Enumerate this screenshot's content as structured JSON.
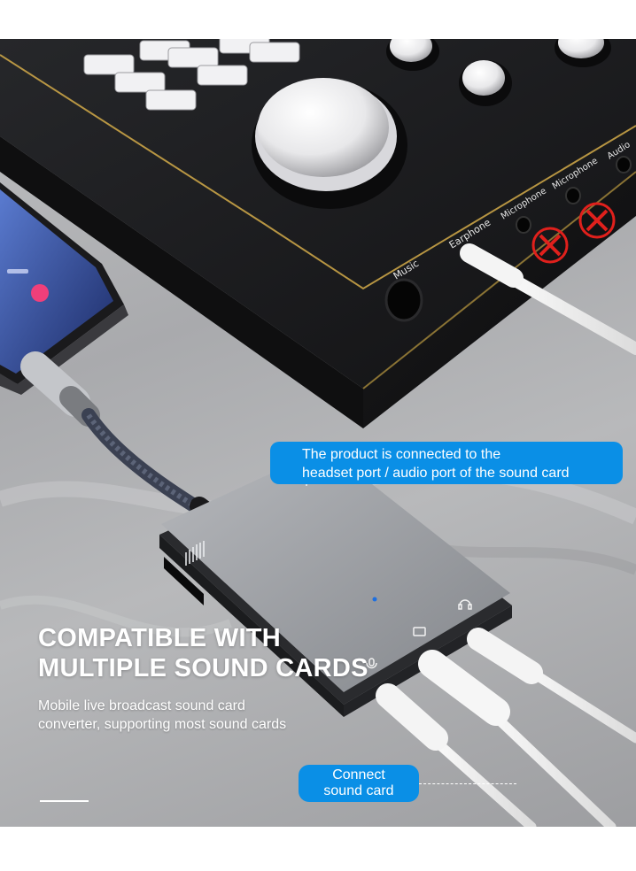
{
  "scene": {
    "port_labels": {
      "music": "Music",
      "earphone": "Earphone",
      "microphone_1": "Microphone",
      "microphone_2": "Microphone",
      "audio": "Audio"
    }
  },
  "callout_top": {
    "line1": "The product is connected to the",
    "line2": "headset port / audio port of the sound card"
  },
  "headline": {
    "line1": "COMPATIBLE WITH",
    "line2": "MULTIPLE SOUND CARDS"
  },
  "subtext": {
    "line1": "Mobile live broadcast sound card",
    "line2": "converter, supporting most sound cards"
  },
  "callout_bottom": {
    "line1": "Connect",
    "line2": "sound card"
  },
  "colors": {
    "accent_blue": "#0a8fe6",
    "cross_red": "#e0201c",
    "mixer_body": "#1e1e20",
    "adapter_body": "#8e9196"
  },
  "icons": [
    "headphone-icon",
    "phone-icon",
    "microphone-icon",
    "cross-icon"
  ]
}
